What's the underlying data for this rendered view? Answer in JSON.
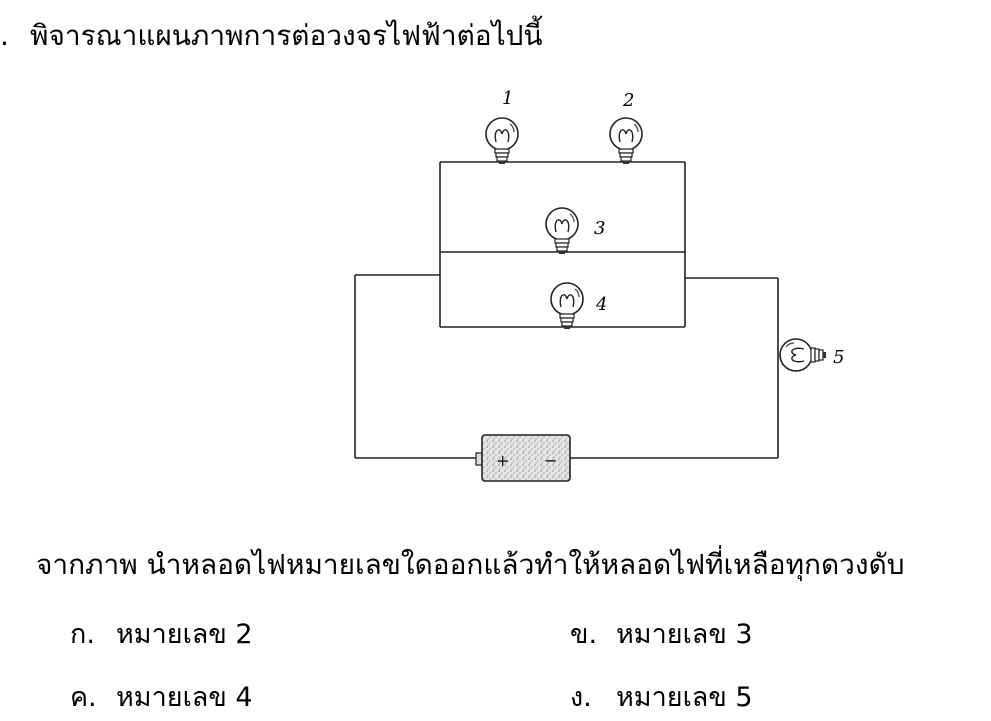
{
  "question_number": ".",
  "title": "พิจารณาแผนภาพการต่อวงจรไฟฟ้าต่อไปนี้",
  "diagram": {
    "bulb_labels": [
      "1",
      "2",
      "3",
      "4",
      "5"
    ],
    "battery_plus": "+",
    "battery_minus": "−"
  },
  "question": "จากภาพ นำหลอดไฟหมายเลขใดออกแล้วทำให้หลอดไฟที่เหลือทุกดวงดับ",
  "options": [
    {
      "mark": "ก.",
      "text": "หมายเลข 2"
    },
    {
      "mark": "ข.",
      "text": "หมายเลข 3"
    },
    {
      "mark": "ค.",
      "text": "หมายเลข 4"
    },
    {
      "mark": "ง.",
      "text": "หมายเลข 5"
    }
  ]
}
